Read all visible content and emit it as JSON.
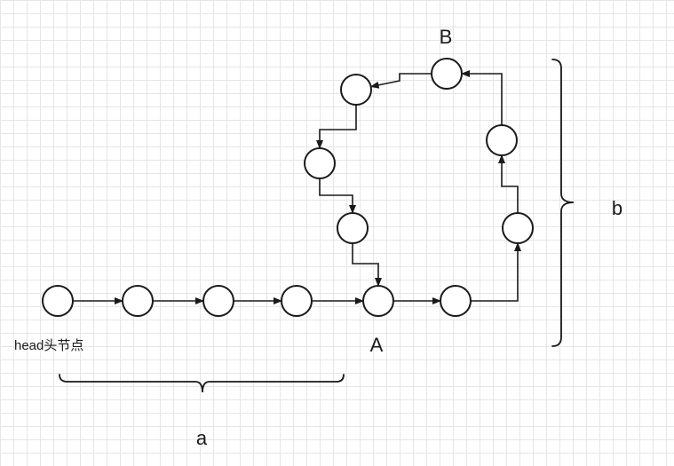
{
  "labels": {
    "head": "head头节点",
    "A": "A",
    "B": "B",
    "a": "a",
    "b": "b"
  },
  "nodes": [
    {
      "id": "n1"
    },
    {
      "id": "n2"
    },
    {
      "id": "n3"
    },
    {
      "id": "n4"
    },
    {
      "id": "A"
    },
    {
      "id": "n6"
    },
    {
      "id": "n7"
    },
    {
      "id": "n8"
    },
    {
      "id": "B"
    },
    {
      "id": "n10"
    },
    {
      "id": "n11"
    },
    {
      "id": "n12"
    }
  ],
  "edges": [
    [
      "n1",
      "n2"
    ],
    [
      "n2",
      "n3"
    ],
    [
      "n3",
      "n4"
    ],
    [
      "n4",
      "A"
    ],
    [
      "A",
      "n6"
    ],
    [
      "n6",
      "n7"
    ],
    [
      "n7",
      "n8"
    ],
    [
      "n8",
      "B"
    ],
    [
      "B",
      "n10"
    ],
    [
      "n10",
      "n11"
    ],
    [
      "n11",
      "n12"
    ],
    [
      "n12",
      "A"
    ]
  ]
}
